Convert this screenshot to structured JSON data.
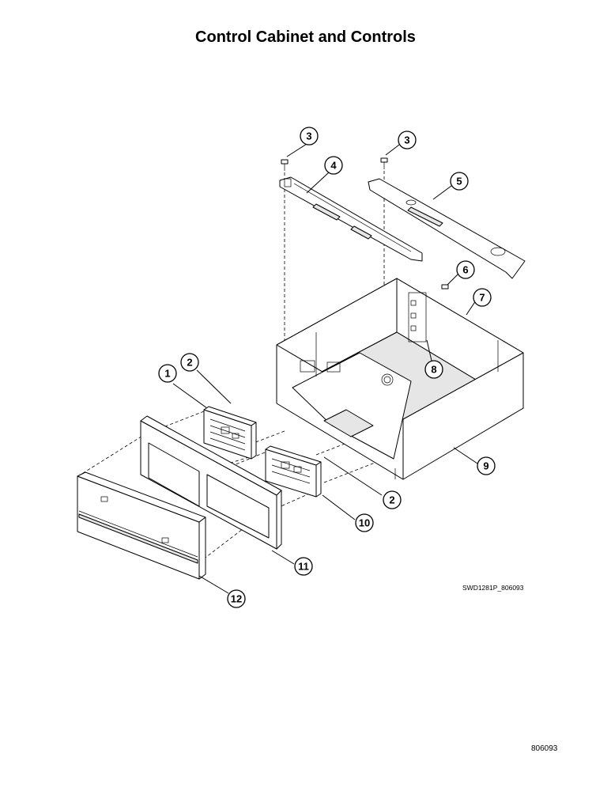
{
  "title": "Control Cabinet and Controls",
  "drawing_id": "SWD1281P_806093",
  "page_number": "806093",
  "callouts": {
    "c1": "1",
    "c2a": "2",
    "c2b": "2",
    "c3a": "3",
    "c3b": "3",
    "c4": "4",
    "c5": "5",
    "c6": "6",
    "c7": "7",
    "c8": "8",
    "c9": "9",
    "c10": "10",
    "c11": "11",
    "c12": "12"
  }
}
